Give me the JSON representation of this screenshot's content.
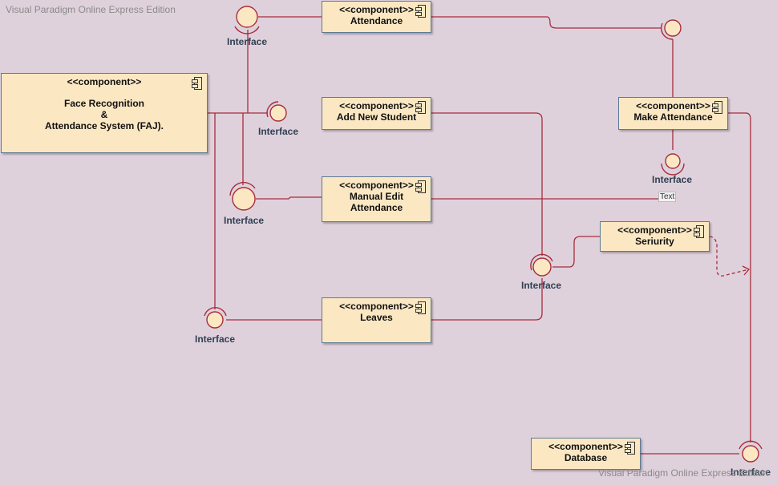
{
  "watermark": "Visual Paradigm Online Express Edition",
  "stereotype": "<<component>>",
  "components": {
    "faj": "Face Recognition\n&\nAttendance System (FAJ).",
    "attendance": "Attendance",
    "add_new_student": "Add New Student",
    "manual_edit": "Manual Edit\nAttendance",
    "leaves": "Leaves",
    "make_attendance": "Make Attendance",
    "seriurity": "Seriurity",
    "database": "Database"
  },
  "interface_label": "Interface",
  "text_note": "Text",
  "colors": {
    "background": "#dfd1dc",
    "component_fill": "#fbe8c3",
    "connector": "#a82c3c",
    "interface_fill": "#fbe8c3"
  }
}
